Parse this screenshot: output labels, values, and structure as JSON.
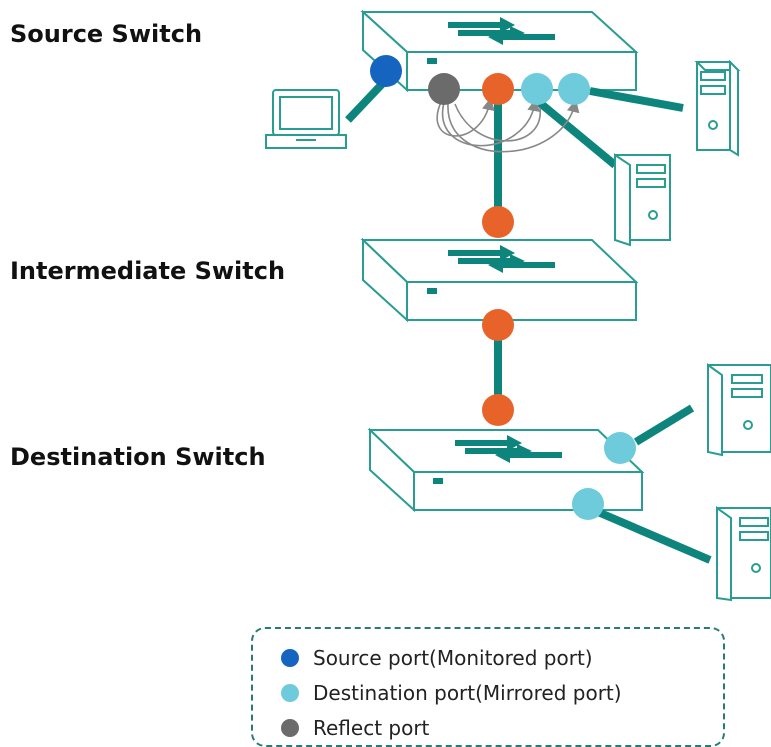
{
  "labels": {
    "source_switch": "Source Switch",
    "intermediate_switch": "Intermediate Switch",
    "destination_switch": "Destination Switch"
  },
  "legend": {
    "items": [
      {
        "label": "Source port(Monitored port)",
        "color": "#1565c0"
      },
      {
        "label": "Destination port(Mirrored port)",
        "color": "#6dcbdc"
      },
      {
        "label": "Reflect port",
        "color": "#6b6b6b"
      }
    ]
  },
  "colors": {
    "teal": "#0e857c",
    "outline": "#2a9d92",
    "source_port": "#1565c0",
    "destination_port": "#6dcbdc",
    "reflect_port": "#6b6b6b",
    "trunk_port": "#e8632a",
    "arrow": "#888888"
  },
  "icons": [
    "switch-icon",
    "laptop-icon",
    "server-icon"
  ]
}
